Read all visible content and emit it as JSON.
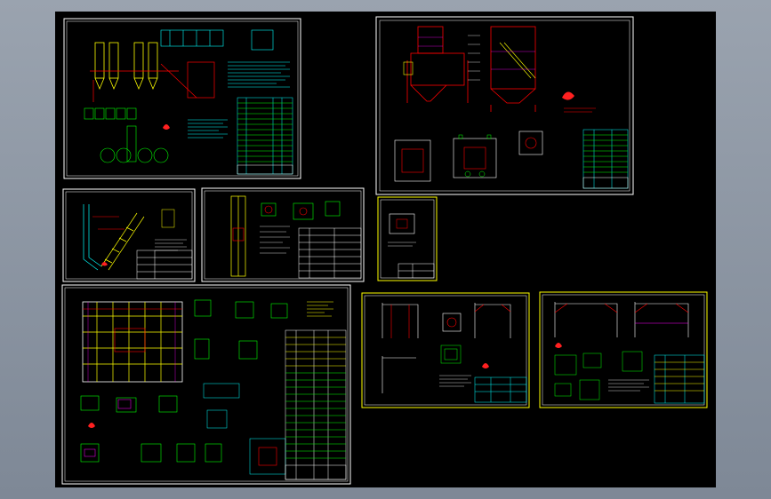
{
  "colors": {
    "background_outer": "#8a939f",
    "canvas": "#000000",
    "border_white": "#ffffff",
    "border_yellow": "#ffff00",
    "cyan": "#00ffff",
    "green": "#00ff00",
    "red": "#ff0000",
    "magenta": "#ff00ff",
    "yellow": "#ffff00",
    "logo_red": "#ff2020"
  },
  "sheets": [
    {
      "id": "sheet-1",
      "border": "white"
    },
    {
      "id": "sheet-2",
      "border": "white"
    },
    {
      "id": "sheet-3",
      "border": "white"
    },
    {
      "id": "sheet-4",
      "border": "white"
    },
    {
      "id": "sheet-5",
      "border": "yellow"
    },
    {
      "id": "sheet-6",
      "border": "white"
    },
    {
      "id": "sheet-7",
      "border": "yellow"
    },
    {
      "id": "sheet-8",
      "border": "yellow"
    }
  ],
  "icons": {
    "logo": "flame-logo-icon"
  }
}
